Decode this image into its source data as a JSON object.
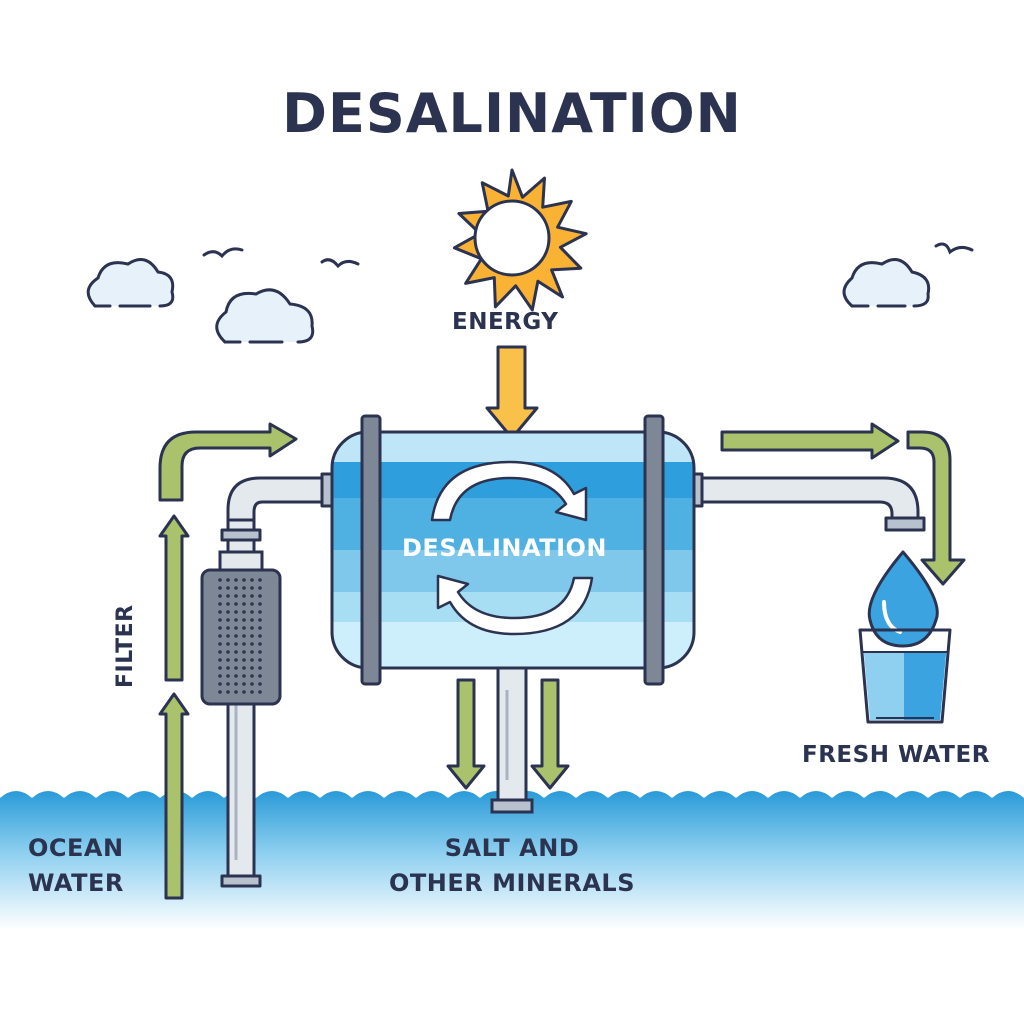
{
  "title": "DESALINATION",
  "labels": {
    "energy": "ENERGY",
    "tank": "DESALINATION",
    "filter": "FILTER",
    "fresh_water": "FRESH WATER",
    "ocean_line1": "OCEAN",
    "ocean_line2": "WATER",
    "salt_line1": "SALT AND",
    "salt_line2": "OTHER MINERALS"
  },
  "colors": {
    "ink": "#2b3350",
    "water_light": "#cdeefb",
    "water_mid": "#7fc8ec",
    "water_dark": "#2e9fdc",
    "sun": "#f9b233",
    "arrow_green": "#a9c26b",
    "arrow_orange": "#f9c14a",
    "pipe": "#e4e9ee",
    "filter_body": "#7d8796"
  },
  "icons": [
    "sun-icon",
    "cloud-icon",
    "bird-icon",
    "recycle-arrows-icon",
    "water-drop-icon",
    "glass-icon",
    "filter-icon"
  ]
}
